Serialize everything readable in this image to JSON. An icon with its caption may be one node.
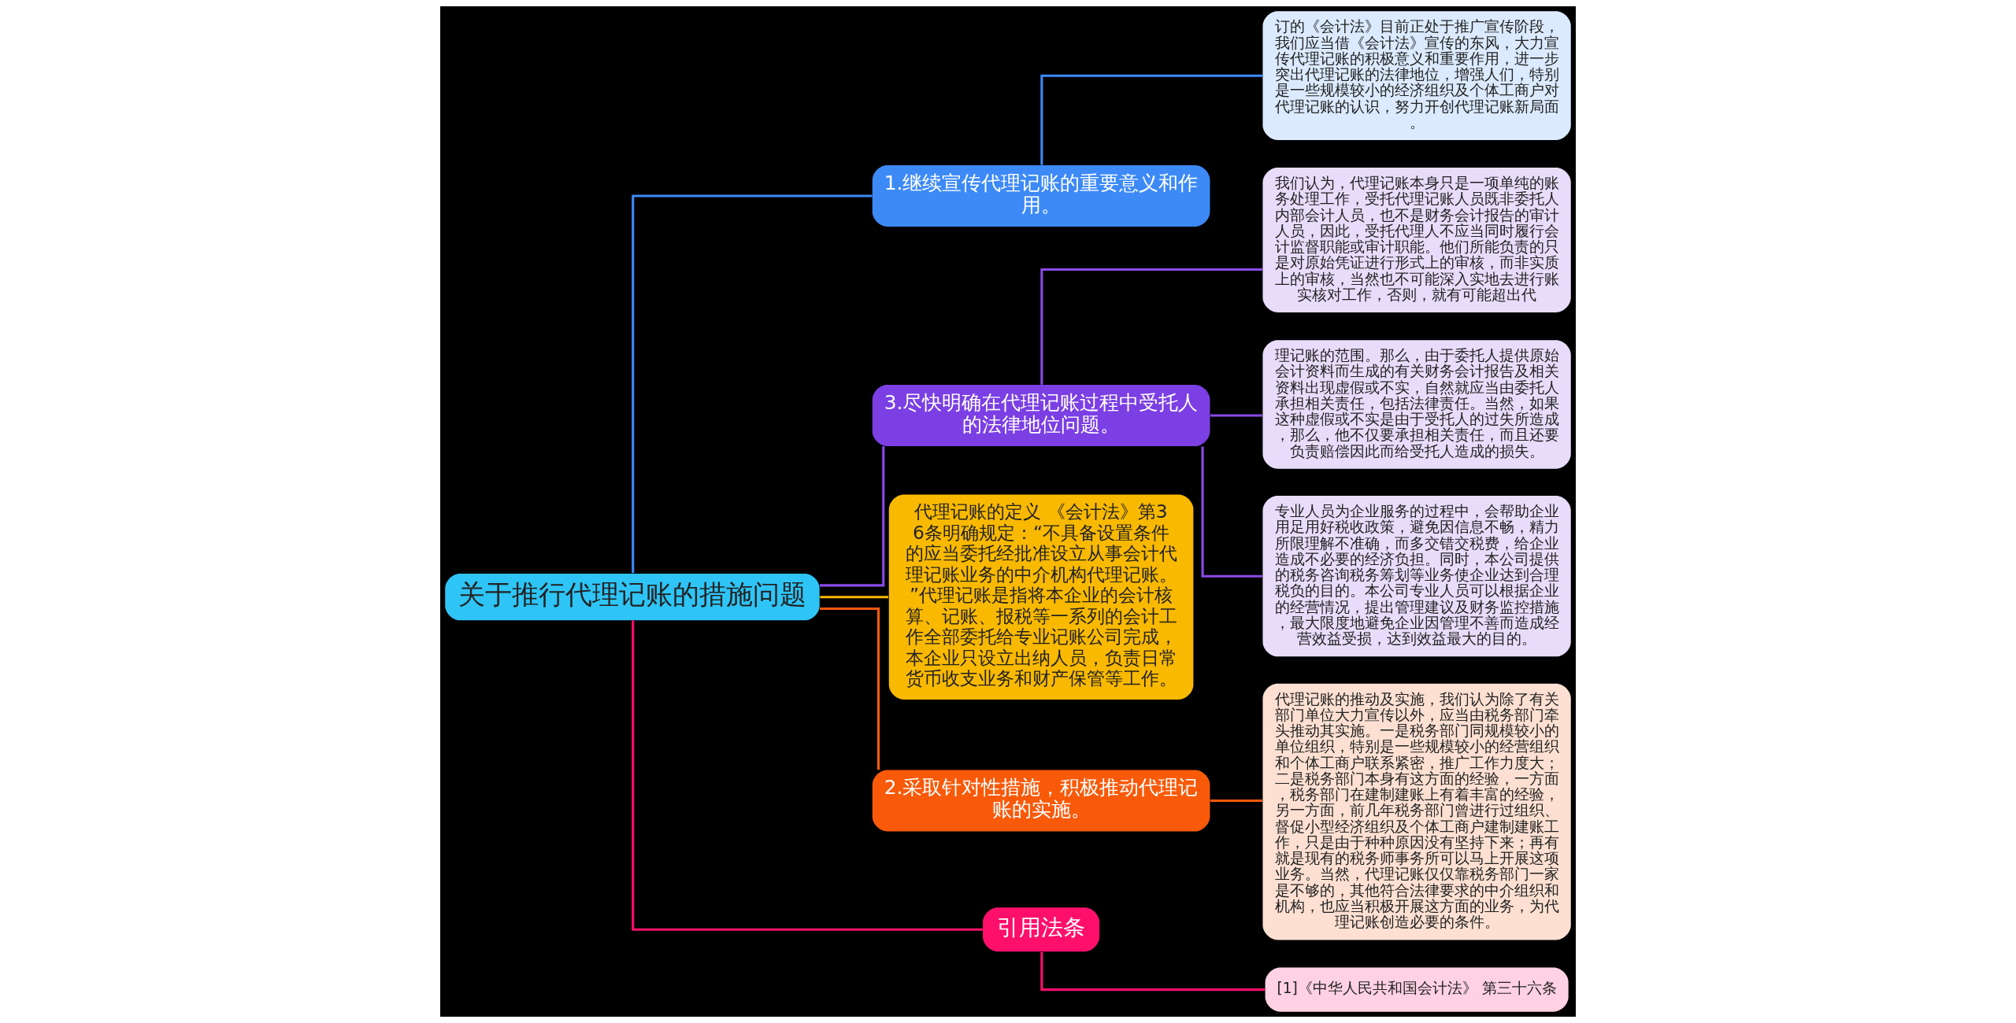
{
  "diagram": {
    "nodes": [
      {
        "text": [
          "关于推行代理记账的措施问题"
        ]
      },
      {
        "text": [
          "1.继续宣传代理记账的重要意义和作用。"
        ]
      },
      {
        "text": [
          "订的《会计法》目前正处于推广宣传阶段，我们应当借《会计法》宣传的东风，大力宣传代理记账的积极意义和重要作用，进一步突出代理记账的法律地位，增强人们，特别是一些规模较小的经济组织及个体工商户对代理记账的认识，努力开创代理记账新局面。"
        ]
      },
      {
        "text": [
          "3.尽快明确在代理记账过程中受托人的法律地位问题。"
        ]
      },
      {
        "text": [
          "我们认为，代理记账本身只是一项单纯的账务处理工作，受托代理记账人员既非委托人内部会计人员，也不是财务会计报告的审计人员，因此，受托代理人不应当同时履行会计监督职能或审计职能。他们所能负责的只是对原始凭证进行形式上的审核，而非实质上的审核，当然也不可能深入实地去进行账实核对工作，否则，就有可能超出代"
        ]
      },
      {
        "text": [
          "理记账的范围。那么，由于委托人提供原始会计资料而生成的有关财务会计报告及相关资料出现虚假或不实，自然就应当由委托人承担相关责任，包括法律责任。当然，如果这种虚假或不实是由于受托人的过失所造成，那么，他不仅要承担相关责任，而且还要负责赔偿因此而给受托人造成的损失。"
        ]
      },
      {
        "text": [
          "专业人员为企业服务的过程中，会帮助企业用足用好税收政策，避免因信息不畅，精力所限理解不准确，而多交错交税费，给企业造成不必要的经济负担。同时，本公司提供的税务咨询税务筹划等业务使企业达到合理税负的目的。本公司专业人员可以根据企业的经营情况，提出管理建议及财务监控措施，最大限度地避免企业因管理不善而造成经营效益受损，达到效益最大的目的。"
        ]
      },
      {
        "text": [
          "代理记账的定义 《会计法》第36条明确规定：“不具备设置条件的应当委托经批准设立从事会计代理记账业务的中介机构代理记账。”代理记账是指将本企业的会计核算、记账、报税等一系列的会计工作全部委托给专业记账公司完成，本企业只设立出纳人员，负责日常货币收支业务和财产保管等工作。"
        ]
      },
      {
        "text": [
          "2.采取针对性措施，积极推动代理记账的实施。"
        ]
      },
      {
        "text": [
          "代理记账的推动及实施，我们认为除了有关部门单位大力宣传以外，应当由税务部门牵头推动其实施。一是税务部门同规模较小的单位组织，特别是一些规模较小的经营组织和个体工商户联系紧密，推广工作力度大；二是税务部门本身有这方面的经验，一方面，税务部门在建制建账上有着丰富的经验，另一方面，前几年税务部门曾进行过组织、督促小型经济组织及个体工商户建制建账工作，只是由于种种原因没有坚持下来；再有就是现有的税务师事务所可以马上开展这项业务。当然，代理记账仅仅靠税务部门一家是不够的，其他符合法律要求的中介组织和机构，也应当积极开展这方面的业务，为代理记账创造必要的条件。"
        ]
      },
      {
        "text": [
          "引用法条"
        ]
      },
      {
        "text": [
          "[1]《中华人民共和国会计法》 第三十六条"
        ]
      }
    ],
    "edges": [
      {
        "from": 0,
        "to": 1,
        "arrow": "none",
        "color": "#3d8af7"
      },
      {
        "from": 1,
        "to": 2,
        "arrow": "none",
        "color": "#3d8af7"
      },
      {
        "from": 0,
        "to": 3,
        "arrow": "none"
      },
      {
        "from": 3,
        "to": 4,
        "arrow": "none"
      },
      {
        "from": 3,
        "to": 5,
        "arrow": "none"
      },
      {
        "from": 3,
        "to": 6,
        "arrow": "none"
      },
      {
        "from": 0,
        "to": 7,
        "arrow": "none",
        "color": "#f9b900"
      },
      {
        "from": 0,
        "to": 8,
        "arrow": "none",
        "color": "#f85a0a"
      },
      {
        "from": 8,
        "to": 9,
        "arrow": "none",
        "color": "#f85a0a"
      },
      {
        "from": 0,
        "to": 10,
        "arrow": "none",
        "color": "#ff0f6c"
      },
      {
        "from": 10,
        "to": 11,
        "arrow": "none",
        "color": "#ff0f6c"
      }
    ]
  }
}
